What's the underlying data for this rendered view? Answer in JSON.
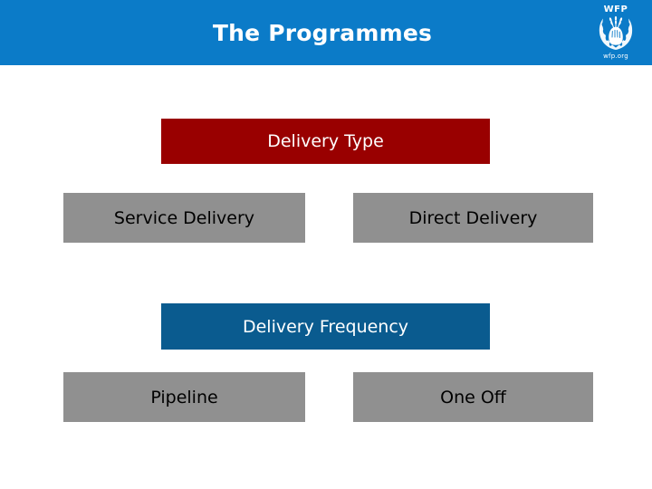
{
  "header": {
    "title": "The Programmes",
    "background_color": "#0b7bc8",
    "logo": {
      "wordmark": "WFP",
      "url_text": "wfp.org",
      "emblem_name": "wfp-wreath-hand-emblem"
    }
  },
  "diagram": {
    "groups": [
      {
        "header": {
          "label": "Delivery Type",
          "color": "#990000",
          "text_color": "#ffffff"
        },
        "items": [
          {
            "label": "Service Delivery",
            "color": "#909090",
            "text_color": "#000000"
          },
          {
            "label": "Direct Delivery",
            "color": "#909090",
            "text_color": "#000000"
          }
        ]
      },
      {
        "header": {
          "label": "Delivery Frequency",
          "color": "#0a5b8f",
          "text_color": "#ffffff"
        },
        "items": [
          {
            "label": "Pipeline",
            "color": "#909090",
            "text_color": "#000000"
          },
          {
            "label": "One Off",
            "color": "#909090",
            "text_color": "#000000"
          }
        ]
      }
    ]
  }
}
